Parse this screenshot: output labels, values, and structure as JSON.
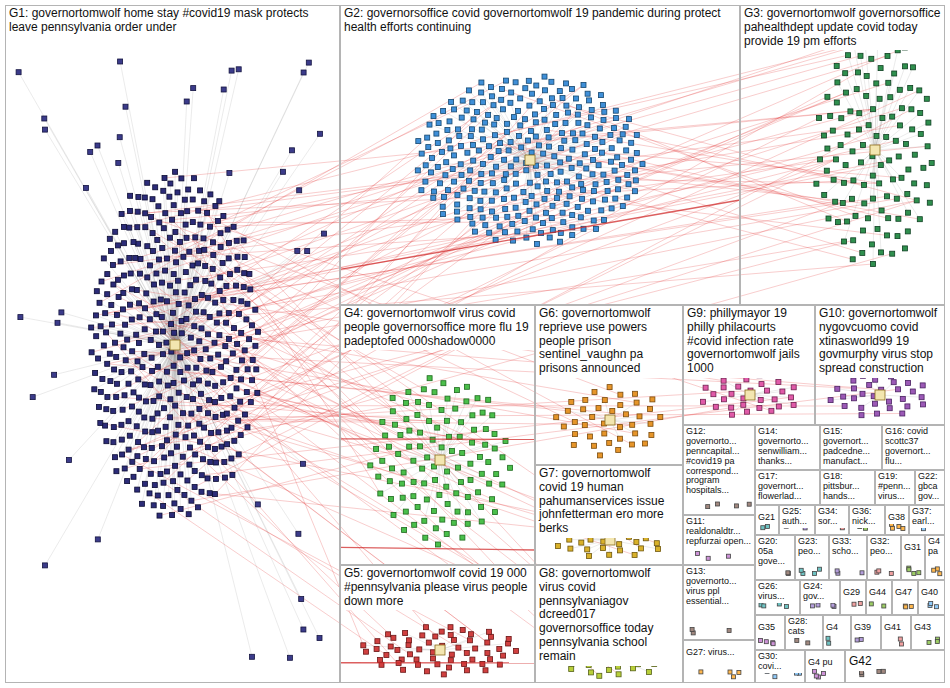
{
  "diagram": {
    "nodes": [
      {
        "text": [
          "G1: governortomwolf home stay #covid19 mask protects leave pennsylvania order under"
        ]
      },
      {
        "text": [
          "G2: governorsoffice covid governortomwolf 19 pandemic during protect health efforts continuing"
        ]
      },
      {
        "text": [
          "G3: governortomwolf governorsoffice pahealthdept update covid today provide 19 pm efforts"
        ]
      },
      {
        "text": [
          "G4: governortomwolf virus covid people governorsoffice more flu 19 padeptofed 000shadow0000"
        ]
      },
      {
        "text": [
          "G6: governortomwolf reprieve use powers people prison sentinel_vaughn pa prisons announced"
        ]
      },
      {
        "text": [
          "G9: phillymayor 19 philly philacourts #covid infection rate governortomwolf jails 1000"
        ]
      },
      {
        "text": [
          "G10: governortomwolf nygovcuomo covid xtinasworld99 19 govmurphy virus stop spread construction"
        ]
      },
      {
        "text": [
          "G12: governorto... penncapital... #covid19 pa correspond... program hospitals..."
        ]
      },
      {
        "text": [
          "G14: governorto... senwilliam... thanks..."
        ]
      },
      {
        "text": [
          "G15: governort... padcedne... manufact..."
        ]
      },
      {
        "text": [
          "G16: covid scottc37 governort... flu..."
        ]
      },
      {
        "text": [
          "G7: governortomwolf covid 19 human pahumanservices issue johnfetterman ero more berks"
        ]
      },
      {
        "text": [
          "G17: governort... flowerlad..."
        ]
      },
      {
        "text": [
          "G18: pittsbur... hands..."
        ]
      },
      {
        "text": [
          "G19: #penn... virus..."
        ]
      },
      {
        "text": [
          "G22: gbca gov..."
        ]
      },
      {
        "text": [
          "G21"
        ]
      },
      {
        "text": [
          "G25: auth..."
        ]
      },
      {
        "text": [
          "G34: sor..."
        ]
      },
      {
        "text": [
          "G36: nick..."
        ]
      },
      {
        "text": [
          "G38"
        ]
      },
      {
        "text": [
          "G37: earl..."
        ]
      },
      {
        "text": [
          "G11: realdonaldtr... repfurzai open..."
        ]
      },
      {
        "text": [
          "G20: 05a gove..."
        ]
      },
      {
        "text": [
          "G23: peo..."
        ]
      },
      {
        "text": [
          "G33: scho..."
        ]
      },
      {
        "text": [
          "G32: peo..."
        ]
      },
      {
        "text": [
          "G31"
        ]
      },
      {
        "text": [
          "G4 pa"
        ]
      },
      {
        "text": [
          "G5: governortomwolf covid 19 000 #pennsylvania please virus people down more"
        ]
      },
      {
        "text": [
          "G8: governortomwolf virus covid pennsylvaniagov dcreed017 governorsoffice today pennsylvania school remain"
        ]
      },
      {
        "text": [
          "G13: governorto... virus ppl essential..."
        ]
      },
      {
        "text": [
          "G26: virus..."
        ]
      },
      {
        "text": [
          "G24: gov..."
        ]
      },
      {
        "text": [
          "G29"
        ]
      },
      {
        "text": [
          "G44"
        ]
      },
      {
        "text": [
          "G47"
        ]
      },
      {
        "text": [
          "G40"
        ]
      },
      {
        "text": [
          "G35"
        ]
      },
      {
        "text": [
          "G28: cats"
        ]
      },
      {
        "text": [
          "G4"
        ]
      },
      {
        "text": [
          "G39"
        ]
      },
      {
        "text": [
          "G41"
        ]
      },
      {
        "text": [
          "G43"
        ]
      },
      {
        "text": [
          "G27: virus..."
        ]
      },
      {
        "text": [
          "G30: covi..."
        ]
      },
      {
        "text": [
          "G4 pu"
        ]
      },
      {
        "text": [
          "G42"
        ]
      }
    ],
    "edges": [
      {
        "from": 0,
        "to": 2,
        "arrow": "none"
      },
      {
        "from": 0,
        "to": 4,
        "arrow": "none"
      },
      {
        "from": 0,
        "to": 11,
        "arrow": "none"
      },
      {
        "from": 0,
        "to": 30,
        "arrow": "none"
      }
    ]
  }
}
